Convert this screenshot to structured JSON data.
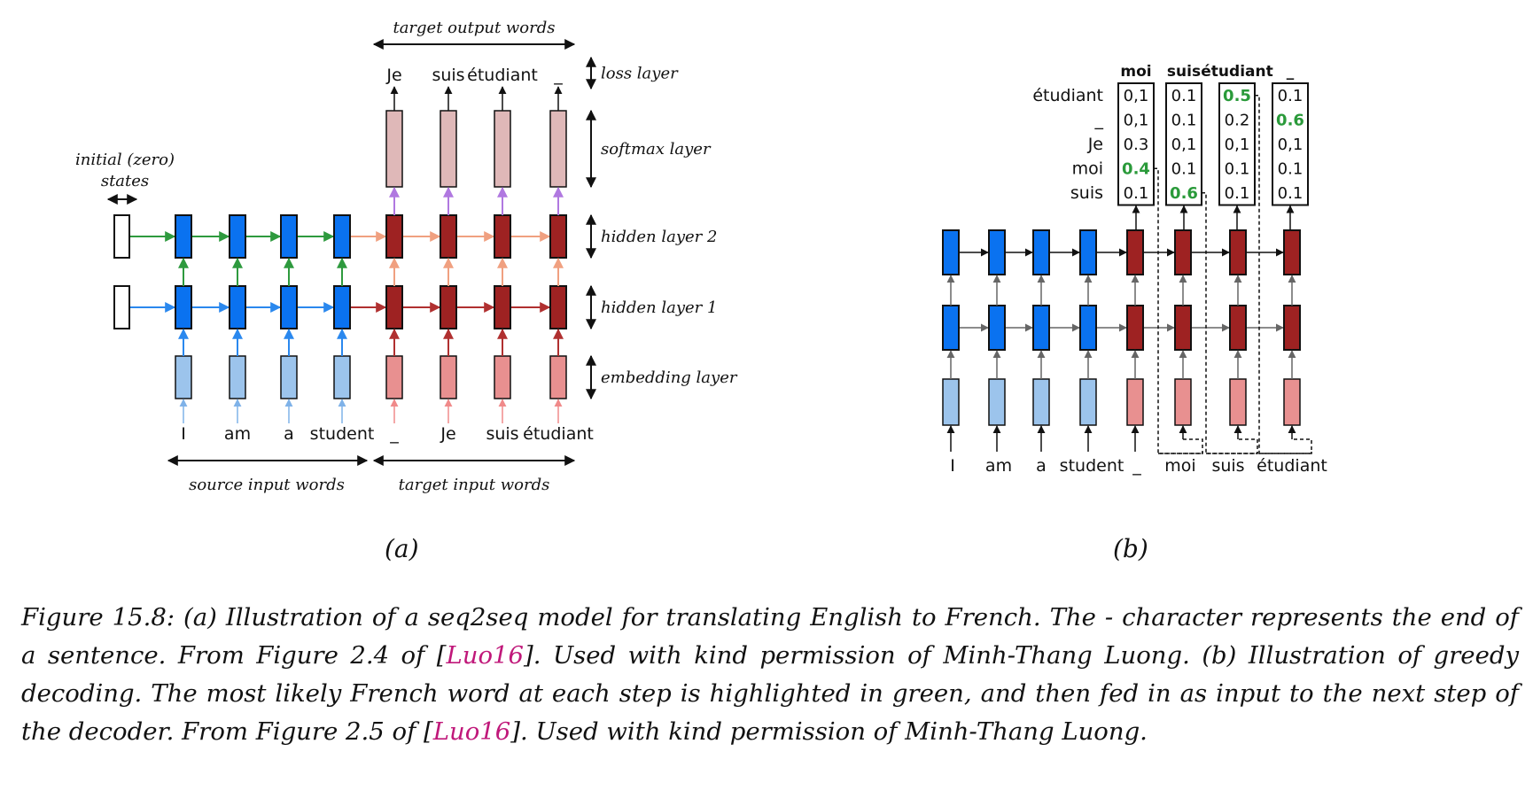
{
  "panel_a": {
    "label": "(a)",
    "source_words": [
      "I",
      "am",
      "a",
      "student"
    ],
    "target_input_words": [
      "_",
      "Je",
      "suis",
      "étudiant"
    ],
    "target_output_words": [
      "Je",
      "suis",
      "étudiant",
      "_"
    ],
    "initial_states_label": "initial (zero)\nstates",
    "source_input_label": "source input words",
    "target_input_label": "target input words",
    "target_output_label": "target output words",
    "layer_labels": [
      "loss layer",
      "softmax layer",
      "hidden layer 2",
      "hidden layer 1",
      "embedding layer"
    ]
  },
  "panel_b": {
    "label": "(b)",
    "input_words": [
      "I",
      "am",
      "a",
      "student",
      "_",
      "moi",
      "suis",
      "étudiant"
    ],
    "column_headers": [
      "moi",
      "suis",
      "étudiant",
      "_"
    ],
    "row_labels": [
      "étudiant",
      "_",
      "Je",
      "moi",
      "suis"
    ],
    "probabilities": [
      [
        "0,1",
        "0.1",
        "0.5",
        "0.1"
      ],
      [
        "0,1",
        "0.1",
        "0.2",
        "0.6"
      ],
      [
        "0.3",
        "0,1",
        "0,1",
        "0,1"
      ],
      [
        "0.4",
        "0.1",
        "0.1",
        "0.1"
      ],
      [
        "0.1",
        "0.6",
        "0.1",
        "0.1"
      ]
    ],
    "highlighted": [
      [
        3,
        0
      ],
      [
        4,
        1
      ],
      [
        0,
        2
      ],
      [
        1,
        3
      ]
    ]
  },
  "colors": {
    "encoder_hidden": "#0a72f0",
    "decoder_hidden": "#9e2222",
    "encoder_embed": "#9cc4ec",
    "decoder_embed": "#e89090",
    "softmax": "#dfb8b8",
    "green": "#2a9a3a",
    "arrow_green": "#2e9a3e",
    "arrow_blue": "#2a88ee",
    "arrow_orange": "#f0a080",
    "arrow_red": "#b03030",
    "arrow_purple": "#b078e0",
    "citation": "#c0187a"
  },
  "caption": {
    "part1": "Figure 15.8: (a) Illustration of a seq2seq model for translating English to French. The - character represents the end of a sentence. From Figure 2.4 of [",
    "ref1": "Luo16",
    "part2": "]. Used with kind permission of Minh-Thang Luong. (b) Illustration of greedy decoding. The most likely French word at each step is highlighted in green, and then fed in as input to the next step of the decoder. From Figure 2.5 of [",
    "ref2": "Luo16",
    "part3": "]. Used with kind permission of Minh-Thang Luong."
  }
}
